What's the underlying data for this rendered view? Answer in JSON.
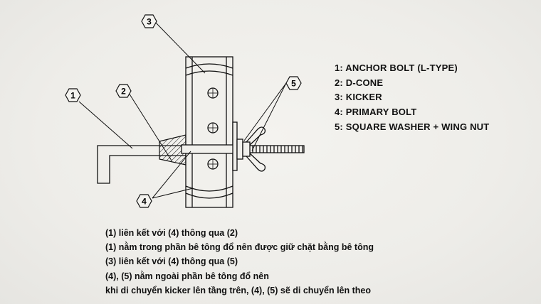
{
  "legend": {
    "items": [
      "1: ANCHOR BOLT (L-TYPE)",
      "2: D-CONE",
      "3: KICKER",
      "4: PRIMARY BOLT",
      "5: SQUARE WASHER + WING NUT"
    ]
  },
  "callouts": [
    "1",
    "2",
    "3",
    "4",
    "5"
  ],
  "notes": [
    "(1) liên kết với (4) thông qua (2)",
    "(1) nằm trong phần bê tông đổ nên được giữ chặt bằng bê tông",
    "(3) liên kết với (4) thông qua (5)",
    "(4), (5) nằm ngoài phần bê tông đổ nên",
    "khi di chuyển kicker lên tầng trên, (4), (5) sẽ di chuyển lên theo"
  ]
}
